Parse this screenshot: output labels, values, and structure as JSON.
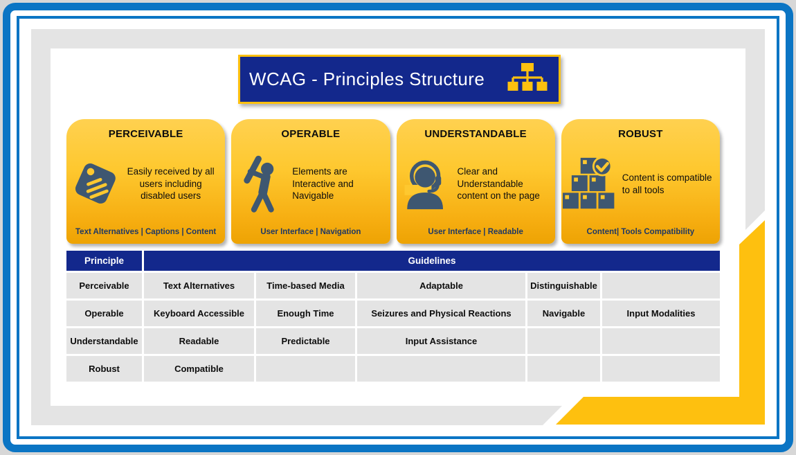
{
  "title_bar": {
    "title": "WCAG - Principles Structure",
    "icon": "org-chart-icon"
  },
  "cards": [
    {
      "title": "PERCEIVABLE",
      "icon": "tag-icon",
      "description": "Easily received by all users including disabled users",
      "footer": "Text Alternatives | Captions | Content"
    },
    {
      "title": "OPERABLE",
      "icon": "person-batting-icon",
      "description": "Elements are Interactive and Navigable",
      "footer": "User Interface | Navigation"
    },
    {
      "title": "UNDERSTANDABLE",
      "icon": "support-person-icon",
      "description": "Clear and Understandable content on the page",
      "footer": "User Interface | Readable"
    },
    {
      "title": "ROBUST",
      "icon": "stacked-boxes-check-icon",
      "description": "Content is compatible to all tools",
      "footer": "Content| Tools Compatibility"
    }
  ],
  "table": {
    "header": {
      "principle": "Principle",
      "guidelines": "Guidelines"
    },
    "rows": [
      {
        "principle": "Perceivable",
        "guidelines": [
          "Text Alternatives",
          "Time-based Media",
          "Adaptable",
          "Distinguishable",
          ""
        ]
      },
      {
        "principle": "Operable",
        "guidelines": [
          "Keyboard Accessible",
          "Enough Time",
          "Seizures and Physical Reactions",
          "Navigable",
          "Input Modalities"
        ]
      },
      {
        "principle": "Understandable",
        "guidelines": [
          "Readable",
          "Predictable",
          "Input Assistance",
          "",
          ""
        ]
      },
      {
        "principle": "Robust",
        "guidelines": [
          "Compatible",
          "",
          "",
          "",
          ""
        ]
      }
    ]
  },
  "colors": {
    "frame_blue": "#0b75c4",
    "navy": "#13288c",
    "gold_accent": "#fec00f",
    "card_gold_top": "#ffd150",
    "card_gold_bottom": "#eda303",
    "footer_navy": "#1f3864",
    "icon_slate": "#3e5771",
    "cell_gray": "#e4e4e4"
  }
}
